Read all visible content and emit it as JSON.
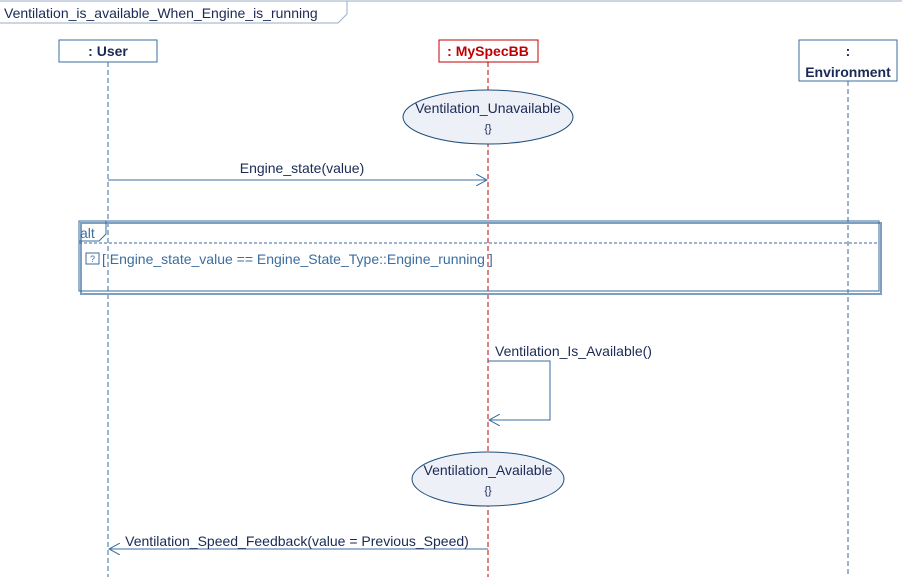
{
  "diagram": {
    "title": "Ventilation_is_available_When_Engine_is_running",
    "lifelines": [
      {
        "id": "user",
        "label": ": User"
      },
      {
        "id": "spec",
        "label": ": MySpecBB"
      },
      {
        "id": "env",
        "label_line1": ":",
        "label_line2": "Environment"
      }
    ],
    "states": [
      {
        "name": "Ventilation_Unavailable",
        "body": "{}"
      },
      {
        "name": "Ventilation_Available",
        "body": "{}"
      }
    ],
    "messages": [
      {
        "label": "Engine_state(value)",
        "from": "user",
        "to": "spec"
      },
      {
        "label": "Ventilation_Is_Available()",
        "from": "spec",
        "to": "spec"
      },
      {
        "label": "Ventilation_Speed_Feedback(value = Previous_Speed)",
        "from": "spec",
        "to": "user"
      }
    ],
    "fragment": {
      "operator": "alt",
      "guard_icon": "?",
      "guard": "[ Engine_state_value == Engine_State_Type::Engine_running   ]"
    }
  },
  "colors": {
    "lifeline": "#3a6e9f",
    "frame": "#1f4e79",
    "head_text": "#1a2a55",
    "spec_head": "#c00000",
    "state_fill": "#eef0f8"
  }
}
